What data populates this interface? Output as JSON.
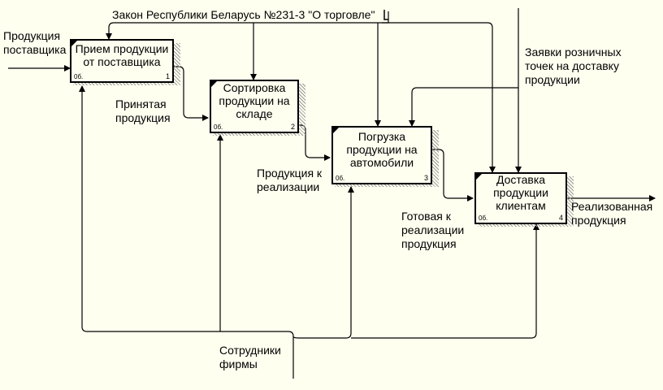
{
  "boxes": [
    {
      "title": "Прием продукции от поставщика",
      "cost": "0б.",
      "number": "1"
    },
    {
      "title": "Сортировка продукции на складе",
      "cost": "0б.",
      "number": "2"
    },
    {
      "title": "Погрузка продукции на автомобили",
      "cost": "0б.",
      "number": "3"
    },
    {
      "title": "Доставка продукции клиентам",
      "cost": "0б.",
      "number": "4"
    }
  ],
  "arrows": {
    "input_supplier": "Продукция поставщика",
    "law": "Закон Республики Беларусь №231-3 \"О торговле\"",
    "orders": "Заявки розничных точек на доставку продукции",
    "accepted": "Принятая продукция",
    "for_sale": "Продукция к реализации",
    "ready": "Готовая к реализации продукция",
    "sold": "Реализованная продукция",
    "staff": "Сотрудники фирмы"
  }
}
